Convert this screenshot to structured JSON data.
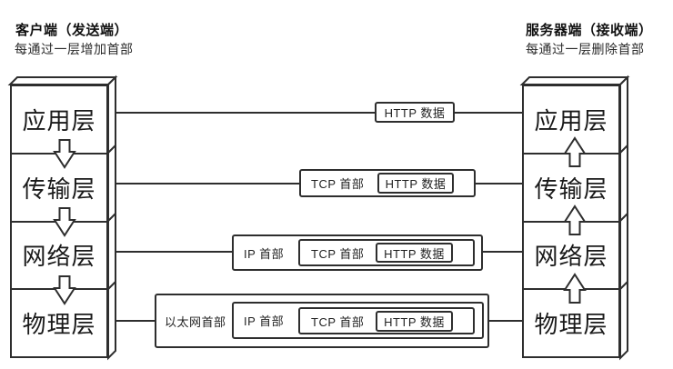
{
  "canvas": {
    "background": "#ffffff",
    "stroke_color": "#2e2e2e",
    "text_color": "#1f1f1f"
  },
  "client": {
    "title": "客户端（发送端）",
    "subtitle": "每通过一层增加首部",
    "arrow_direction": "down",
    "layers": [
      "应用层",
      "传输层",
      "网络层",
      "物理层"
    ]
  },
  "server": {
    "title": "服务器端（接收端）",
    "subtitle": "每通过一层删除首部",
    "arrow_direction": "up",
    "layers": [
      "应用层",
      "传输层",
      "网络层",
      "物理层"
    ]
  },
  "packets": [
    {
      "segments": [
        "HTTP 数据"
      ]
    },
    {
      "segments": [
        "TCP 首部",
        "HTTP 数据"
      ]
    },
    {
      "segments": [
        "IP 首部",
        "TCP 首部",
        "HTTP 数据"
      ]
    },
    {
      "segments": [
        "以太网首部",
        "IP 首部",
        "TCP 首部",
        "HTTP 数据"
      ]
    }
  ]
}
